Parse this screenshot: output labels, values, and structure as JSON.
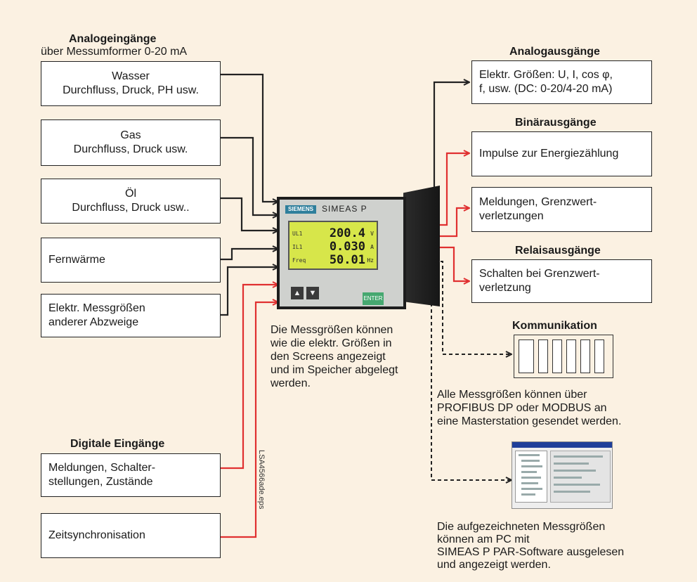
{
  "colors": {
    "background": "#fbf1e2",
    "red": "#e03030",
    "black": "#222222"
  },
  "inputs": {
    "analog_heading": "Analogeingänge",
    "analog_subheading": "über Messumformer 0-20 mA",
    "water_l1": "Wasser",
    "water_l2": "Durchfluss, Druck, PH usw.",
    "gas_l1": "Gas",
    "gas_l2": "Durchfluss, Druck usw.",
    "oil_l1": "Öl",
    "oil_l2": "Durchfluss, Druck usw..",
    "district_heating": "Fernwärme",
    "elec_l1": "Elektr. Messgrößen",
    "elec_l2": "anderer Abzweige",
    "digital_heading": "Digitale Eingänge",
    "messages_l1": "Meldungen, Schalter-",
    "messages_l2": "stellungen, Zustände",
    "time_sync": "Zeitsynchronisation"
  },
  "device": {
    "brand": "SIEMENS",
    "model": "SIMEAS P",
    "rows": [
      {
        "label": "UL1",
        "value": "200.4",
        "unit": "V"
      },
      {
        "label": "IL1",
        "value": "0.030",
        "unit": "A"
      },
      {
        "label": "Freq",
        "value": "50.01",
        "unit": "Hz"
      }
    ],
    "up_key": "▲",
    "down_key": "▼",
    "enter_key": "ENTER"
  },
  "device_caption": [
    "Die Messgrößen können",
    "wie die elektr. Größen in",
    "den Screens angezeigt",
    "und im Speicher abgelegt",
    "werden."
  ],
  "outputs": {
    "analog_heading": "Analogausgänge",
    "analog_text_l1": "Elektr. Größen: U, I, cos φ,",
    "analog_text_l2": "f, usw. (DC: 0-20/4-20 mA)",
    "binary_heading": "Binärausgänge",
    "binary_text": "Impulse zur Energiezählung",
    "alarm_l1": "Meldungen, Grenzwert-",
    "alarm_l2": "verletzungen",
    "relay_heading": "Relaisausgänge",
    "relay_l1": "Schalten bei Grenzwert-",
    "relay_l2": "verletzung"
  },
  "communication": {
    "heading": "Kommunikation",
    "text": [
      "Alle Messgrößen können über",
      "PROFIBUS DP oder MODBUS an",
      "eine Masterstation gesendet werden."
    ]
  },
  "software": {
    "text": [
      "Die aufgezeichneten Messgrößen",
      "können am PC mit",
      "SIMEAS P PAR-Software ausgelesen",
      "und angezeigt werden."
    ]
  },
  "file_label": "LSA4566ade.eps"
}
